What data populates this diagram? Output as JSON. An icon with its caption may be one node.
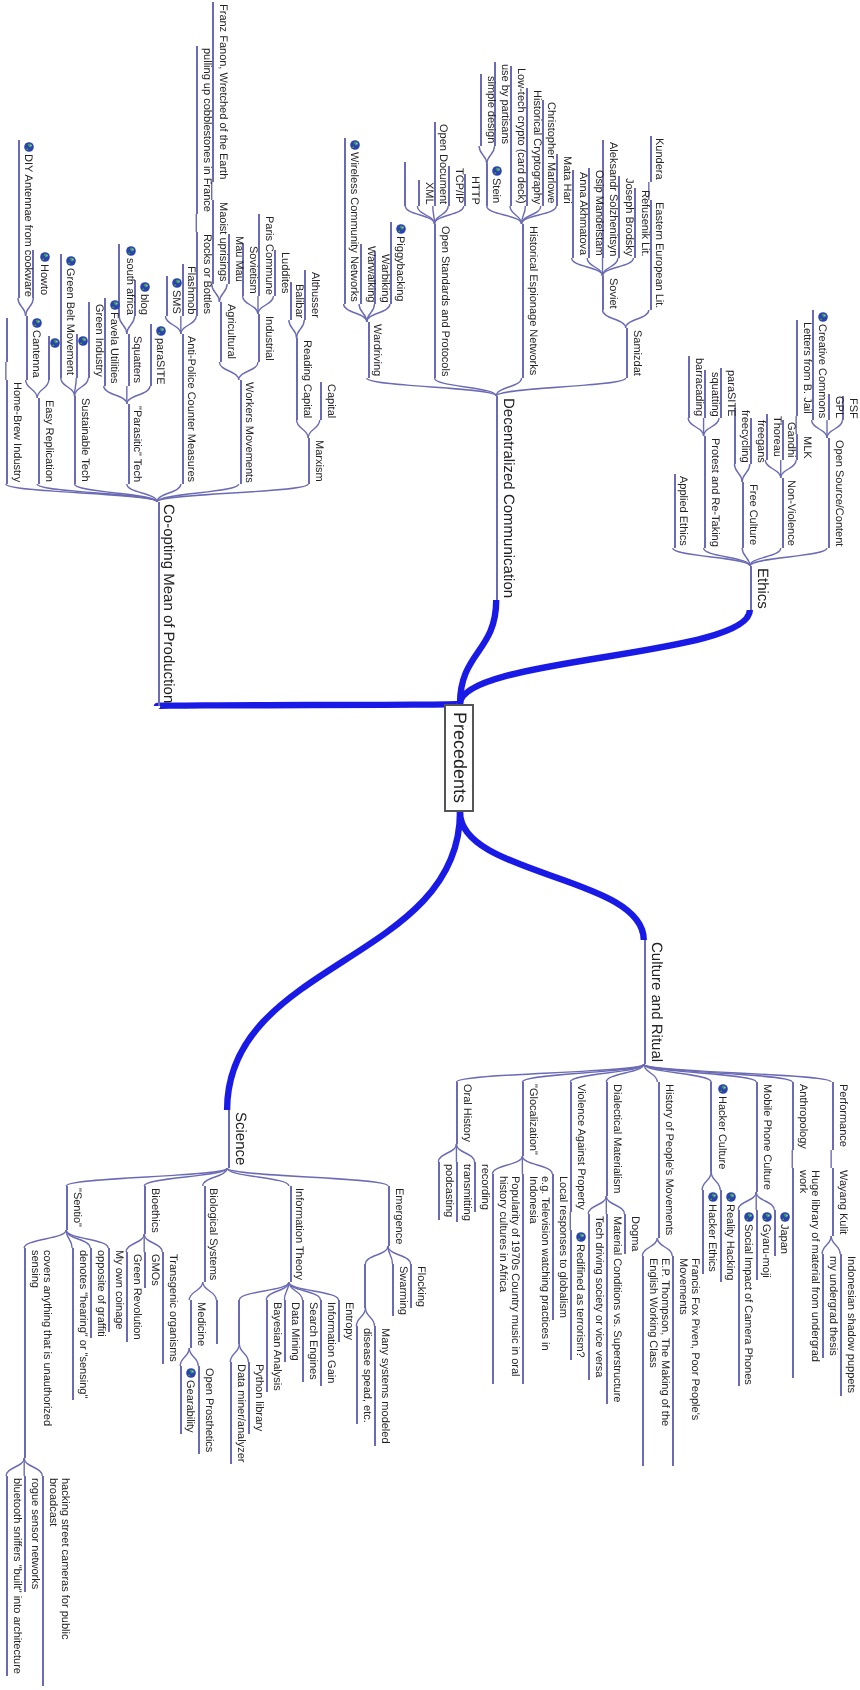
{
  "diagram": {
    "nodes": [
      {
        "text": [
          "Precedents"
        ]
      },
      {
        "text": [
          "Ethics"
        ]
      },
      {
        "text": [
          "Open Source/Content"
        ]
      },
      {
        "text": [
          "FSF"
        ]
      },
      {
        "text": [
          "GPL"
        ]
      },
      {
        "text": [
          "Creative Commons"
        ]
      },
      {
        "text": [
          "Non-Violence"
        ]
      },
      {
        "text": [
          "MLK"
        ]
      },
      {
        "text": [
          "Letters from B. Jail"
        ]
      },
      {
        "text": [
          "Gandhi"
        ]
      },
      {
        "text": [
          "Thoreau"
        ]
      },
      {
        "text": [
          "Free Culture"
        ]
      },
      {
        "text": [
          "freegans"
        ]
      },
      {
        "text": [
          "freecycling"
        ]
      },
      {
        "text": [
          "Protest and Re-Taking"
        ]
      },
      {
        "text": [
          "paraSITE"
        ]
      },
      {
        "text": [
          "squatting"
        ]
      },
      {
        "text": [
          "barracading"
        ]
      },
      {
        "text": [
          "Applied Ethics"
        ]
      },
      {
        "text": [
          "Decentralized Communication"
        ]
      },
      {
        "text": [
          "Samizdat"
        ]
      },
      {
        "text": [
          "Eastern European Lit."
        ]
      },
      {
        "text": [
          "Kundera"
        ]
      },
      {
        "text": [
          "Soviet"
        ]
      },
      {
        "text": [
          "Refusenik Lit."
        ]
      },
      {
        "text": [
          "Joseph Brodsky"
        ]
      },
      {
        "text": [
          "Aleksandr Solzhenitsyn"
        ]
      },
      {
        "text": [
          "Osip Mandelstam"
        ]
      },
      {
        "text": [
          "Anna Akhmatova"
        ]
      },
      {
        "text": [
          "Historical Espionage Networks"
        ]
      },
      {
        "text": [
          "Mata Hari"
        ]
      },
      {
        "text": [
          "Christopher Marlowe"
        ]
      },
      {
        "text": [
          "Historical Cryptography"
        ]
      },
      {
        "text": [
          "Low-tech crypto (card deck)"
        ]
      },
      {
        "text": [
          "Stein"
        ]
      },
      {
        "text": [
          "use by partisans"
        ]
      },
      {
        "text": [
          "simple design"
        ]
      },
      {
        "text": [
          "Open Standards and Protocols"
        ]
      },
      {
        "text": [
          "HTTP"
        ]
      },
      {
        "text": [
          "TCP/IP"
        ]
      },
      {
        "text": [
          "Open Document"
        ]
      },
      {
        "text": [
          "XML"
        ]
      },
      {
        "text": [],
        "shape": "bar"
      },
      {
        "text": [
          "Wardriving"
        ]
      },
      {
        "text": [
          "Piggybacking"
        ]
      },
      {
        "text": [
          "Warbiking"
        ]
      },
      {
        "text": [
          "Warwalking"
        ]
      },
      {
        "text": [
          "Wireless Community Networks"
        ]
      },
      {
        "text": [
          "Co-opting Mean of Production"
        ]
      },
      {
        "text": [
          "Marxism"
        ]
      },
      {
        "text": [
          "Capital"
        ]
      },
      {
        "text": [
          "Reading Capital"
        ]
      },
      {
        "text": [
          "Althusser"
        ]
      },
      {
        "text": [
          "Balibar"
        ]
      },
      {
        "text": [
          "Workers Movements"
        ]
      },
      {
        "text": [
          "Industrial"
        ]
      },
      {
        "text": [
          "Luddites"
        ]
      },
      {
        "text": [
          "Paris Commune"
        ]
      },
      {
        "text": [
          "Sovietism"
        ]
      },
      {
        "text": [
          "Agricultural"
        ]
      },
      {
        "text": [
          "Mau Mau"
        ]
      },
      {
        "text": [
          "Maoist uprisings"
        ]
      },
      {
        "text": [
          "Franz Fanon, Wretched of the Earth"
        ]
      },
      {
        "text": [
          "Anti-Police Counter Measures"
        ]
      },
      {
        "text": [
          "Rocks or Bottles"
        ]
      },
      {
        "text": [
          "pulling up cobblestones in France"
        ]
      },
      {
        "text": [
          "Flashmob"
        ]
      },
      {
        "text": [
          "SMS"
        ]
      },
      {
        "text": [
          "\"Parasitic\" Tech"
        ]
      },
      {
        "text": [
          "paraSITE"
        ]
      },
      {
        "text": [
          "Squatters"
        ]
      },
      {
        "text": [
          "blog"
        ]
      },
      {
        "text": [
          "south africa"
        ]
      },
      {
        "text": [
          "Favela Utilities"
        ]
      },
      {
        "text": [
          "Sustainable Tech"
        ]
      },
      {
        "text": [
          "Green Industry"
        ]
      },
      {
        "text": [],
        "shape": "bar"
      },
      {
        "text": [
          "Green Belt Movement"
        ]
      },
      {
        "text": [
          "Easy Replication"
        ]
      },
      {
        "text": [],
        "shape": "bar"
      },
      {
        "text": [
          "Cantenna"
        ]
      },
      {
        "text": [
          "Howto"
        ]
      },
      {
        "text": [
          "DIY Antennae from cookware"
        ]
      },
      {
        "text": [
          "Home-Brew Industry"
        ]
      },
      {
        "text": [],
        "shape": "bar"
      },
      {
        "text": [
          "Culture and Ritual"
        ]
      },
      {
        "text": [
          "Performance"
        ]
      },
      {
        "text": [
          "Wayang Kulit"
        ]
      },
      {
        "text": [
          "Indonesian shadow puppets"
        ]
      },
      {
        "text": [
          "my undergrad thesis"
        ]
      },
      {
        "text": [
          "Anthropology"
        ]
      },
      {
        "text": [
          "Huge library of material from undergrad work"
        ]
      },
      {
        "text": [
          "Mobile Phone Culture"
        ]
      },
      {
        "text": [
          "Japan"
        ]
      },
      {
        "text": [
          "Gyaru-moji"
        ]
      },
      {
        "text": [
          "Social Impact of Camera Phones"
        ]
      },
      {
        "text": [
          "Hacker Culture"
        ]
      },
      {
        "text": [
          "Reality Hacking"
        ]
      },
      {
        "text": [
          "Hacker Ethics"
        ]
      },
      {
        "text": [
          "History of People's Movements"
        ]
      },
      {
        "text": [
          "Francis Fox Piven, Poor People's Movements"
        ]
      },
      {
        "text": [
          "E.P. Thompson, The Making of the English Working Class"
        ]
      },
      {
        "text": [
          "Dialectical Materialism"
        ]
      },
      {
        "text": [
          "Dogma"
        ]
      },
      {
        "text": [
          "Material Conditions vs. Superstructure"
        ]
      },
      {
        "text": [
          "Tech driving society or vice versa"
        ]
      },
      {
        "text": [
          "Violence Against Property"
        ]
      },
      {
        "text": [
          "Redifined as terrorism?"
        ]
      },
      {
        "text": [
          "\"Glocalization\""
        ]
      },
      {
        "text": [
          "Local responses to globalism"
        ]
      },
      {
        "text": [
          "e.g. Television watching practices in Indonesia"
        ]
      },
      {
        "text": [
          "Popularity of 1970s Country music in oral history cultures in Africa"
        ]
      },
      {
        "text": [
          "Oral History"
        ]
      },
      {
        "text": [
          "recording"
        ]
      },
      {
        "text": [
          "transmitting"
        ]
      },
      {
        "text": [
          "podcasting"
        ]
      },
      {
        "text": [
          "Science"
        ]
      },
      {
        "text": [
          "Emergence"
        ]
      },
      {
        "text": [
          "Flocking"
        ]
      },
      {
        "text": [
          "Swarming"
        ]
      },
      {
        "text": [],
        "shape": "bar"
      },
      {
        "text": [
          "Many systems modeled"
        ]
      },
      {
        "text": [
          "disease spead, etc."
        ]
      },
      {
        "text": [
          "Information Theory"
        ]
      },
      {
        "text": [
          "Entropy"
        ]
      },
      {
        "text": [
          "Information Gain"
        ]
      },
      {
        "text": [
          "Search Engines"
        ]
      },
      {
        "text": [
          "Data Mining"
        ]
      },
      {
        "text": [
          "Bayesian Analysis"
        ]
      },
      {
        "text": [],
        "shape": "bar"
      },
      {
        "text": [
          "Python library"
        ]
      },
      {
        "text": [
          "Data miner/analyzer"
        ]
      },
      {
        "text": [
          "Biological Systems"
        ]
      },
      {
        "text": [],
        "shape": "bar"
      },
      {
        "text": [
          "Medicine"
        ]
      },
      {
        "text": [
          "Open Prosthetics"
        ]
      },
      {
        "text": [
          "Gearability"
        ]
      },
      {
        "text": [
          "Bioethics"
        ]
      },
      {
        "text": [
          "Transgenic organisms"
        ]
      },
      {
        "text": [
          "GMOs"
        ]
      },
      {
        "text": [
          "Green Revolution"
        ]
      },
      {
        "text": [
          "\"Sentio\""
        ]
      },
      {
        "text": [
          "My own coinage"
        ]
      },
      {
        "text": [
          "opposite of graffiti"
        ]
      },
      {
        "text": [
          "denotes \"hearing\" or \"sensing\""
        ]
      },
      {
        "text": [
          "covers anything that is unauthorized sensing"
        ]
      },
      {
        "text": [
          "hacking street cameras for public broadcast"
        ]
      },
      {
        "text": [
          "rogue sensor networks"
        ]
      },
      {
        "text": [
          "bluetooth sniffers \"built\" into architecture"
        ]
      }
    ],
    "edges": [
      {
        "from": 0,
        "to": 1,
        "arrow": "none",
        "style": "thick",
        "color": "#1a1ae6"
      },
      {
        "from": 1,
        "to": 2,
        "arrow": "none"
      },
      {
        "from": 2,
        "to": 3,
        "arrow": "none"
      },
      {
        "from": 2,
        "to": 4,
        "arrow": "none"
      },
      {
        "from": 2,
        "to": 5,
        "arrow": "none"
      },
      {
        "from": 1,
        "to": 6,
        "arrow": "none"
      },
      {
        "from": 6,
        "to": 7,
        "arrow": "none"
      },
      {
        "from": 7,
        "to": 8,
        "arrow": "none"
      },
      {
        "from": 6,
        "to": 9,
        "arrow": "none"
      },
      {
        "from": 6,
        "to": 10,
        "arrow": "none"
      },
      {
        "from": 1,
        "to": 11,
        "arrow": "none"
      },
      {
        "from": 11,
        "to": 12,
        "arrow": "none"
      },
      {
        "from": 11,
        "to": 13,
        "arrow": "none"
      },
      {
        "from": 1,
        "to": 14,
        "arrow": "none"
      },
      {
        "from": 14,
        "to": 15,
        "arrow": "none"
      },
      {
        "from": 14,
        "to": 16,
        "arrow": "none"
      },
      {
        "from": 14,
        "to": 17,
        "arrow": "none"
      },
      {
        "from": 1,
        "to": 18,
        "arrow": "none"
      },
      {
        "from": 0,
        "to": 19,
        "arrow": "none",
        "style": "thick",
        "color": "#1a1ae6"
      },
      {
        "from": 19,
        "to": 20,
        "arrow": "none"
      },
      {
        "from": 20,
        "to": 21,
        "arrow": "none"
      },
      {
        "from": 21,
        "to": 22,
        "arrow": "none"
      },
      {
        "from": 20,
        "to": 23,
        "arrow": "none"
      },
      {
        "from": 23,
        "to": 24,
        "arrow": "none"
      },
      {
        "from": 23,
        "to": 25,
        "arrow": "none"
      },
      {
        "from": 23,
        "to": 26,
        "arrow": "none"
      },
      {
        "from": 23,
        "to": 27,
        "arrow": "none"
      },
      {
        "from": 23,
        "to": 28,
        "arrow": "none"
      },
      {
        "from": 19,
        "to": 29,
        "arrow": "none"
      },
      {
        "from": 29,
        "to": 30,
        "arrow": "none"
      },
      {
        "from": 29,
        "to": 31,
        "arrow": "none"
      },
      {
        "from": 29,
        "to": 32,
        "arrow": "none"
      },
      {
        "from": 29,
        "to": 33,
        "arrow": "none"
      },
      {
        "from": 29,
        "to": 34,
        "arrow": "none"
      },
      {
        "from": 34,
        "to": 35,
        "arrow": "none"
      },
      {
        "from": 34,
        "to": 36,
        "arrow": "none"
      },
      {
        "from": 19,
        "to": 37,
        "arrow": "none"
      },
      {
        "from": 37,
        "to": 38,
        "arrow": "none"
      },
      {
        "from": 37,
        "to": 39,
        "arrow": "none"
      },
      {
        "from": 37,
        "to": 40,
        "arrow": "none"
      },
      {
        "from": 37,
        "to": 41,
        "arrow": "none"
      },
      {
        "from": 37,
        "to": 42,
        "arrow": "none"
      },
      {
        "from": 19,
        "to": 43,
        "arrow": "none"
      },
      {
        "from": 43,
        "to": 44,
        "arrow": "none"
      },
      {
        "from": 43,
        "to": 45,
        "arrow": "none"
      },
      {
        "from": 43,
        "to": 46,
        "arrow": "none"
      },
      {
        "from": 43,
        "to": 47,
        "arrow": "none"
      },
      {
        "from": 0,
        "to": 48,
        "arrow": "none",
        "style": "thick",
        "color": "#1a1ae6"
      },
      {
        "from": 48,
        "to": 49,
        "arrow": "none"
      },
      {
        "from": 49,
        "to": 50,
        "arrow": "none"
      },
      {
        "from": 49,
        "to": 51,
        "arrow": "none"
      },
      {
        "from": 51,
        "to": 52,
        "arrow": "none"
      },
      {
        "from": 51,
        "to": 53,
        "arrow": "none"
      },
      {
        "from": 48,
        "to": 54,
        "arrow": "none"
      },
      {
        "from": 54,
        "to": 55,
        "arrow": "none"
      },
      {
        "from": 55,
        "to": 56,
        "arrow": "none"
      },
      {
        "from": 55,
        "to": 57,
        "arrow": "none"
      },
      {
        "from": 55,
        "to": 58,
        "arrow": "none"
      },
      {
        "from": 54,
        "to": 59,
        "arrow": "none"
      },
      {
        "from": 59,
        "to": 60,
        "arrow": "none"
      },
      {
        "from": 59,
        "to": 61,
        "arrow": "none"
      },
      {
        "from": 61,
        "to": 62,
        "arrow": "none"
      },
      {
        "from": 48,
        "to": 63,
        "arrow": "none"
      },
      {
        "from": 63,
        "to": 64,
        "arrow": "none"
      },
      {
        "from": 64,
        "to": 65,
        "arrow": "none"
      },
      {
        "from": 63,
        "to": 66,
        "arrow": "none"
      },
      {
        "from": 63,
        "to": 67,
        "arrow": "none"
      },
      {
        "from": 48,
        "to": 68,
        "arrow": "none"
      },
      {
        "from": 68,
        "to": 69,
        "arrow": "none"
      },
      {
        "from": 68,
        "to": 70,
        "arrow": "none"
      },
      {
        "from": 70,
        "to": 71,
        "arrow": "none"
      },
      {
        "from": 70,
        "to": 72,
        "arrow": "none"
      },
      {
        "from": 68,
        "to": 73,
        "arrow": "none"
      },
      {
        "from": 48,
        "to": 74,
        "arrow": "none"
      },
      {
        "from": 74,
        "to": 75,
        "arrow": "none"
      },
      {
        "from": 74,
        "to": 76,
        "arrow": "none"
      },
      {
        "from": 74,
        "to": 77,
        "arrow": "none"
      },
      {
        "from": 48,
        "to": 78,
        "arrow": "none"
      },
      {
        "from": 78,
        "to": 79,
        "arrow": "none"
      },
      {
        "from": 78,
        "to": 80,
        "arrow": "none"
      },
      {
        "from": 80,
        "to": 81,
        "arrow": "none"
      },
      {
        "from": 80,
        "to": 82,
        "arrow": "none"
      },
      {
        "from": 48,
        "to": 83,
        "arrow": "none"
      },
      {
        "from": 83,
        "to": 84,
        "arrow": "none"
      },
      {
        "from": 0,
        "to": 85,
        "arrow": "none",
        "style": "thick",
        "color": "#1a1ae6"
      },
      {
        "from": 85,
        "to": 86,
        "arrow": "none"
      },
      {
        "from": 86,
        "to": 87,
        "arrow": "none"
      },
      {
        "from": 87,
        "to": 88,
        "arrow": "none"
      },
      {
        "from": 87,
        "to": 89,
        "arrow": "none"
      },
      {
        "from": 85,
        "to": 90,
        "arrow": "none"
      },
      {
        "from": 90,
        "to": 91,
        "arrow": "none"
      },
      {
        "from": 85,
        "to": 92,
        "arrow": "none"
      },
      {
        "from": 92,
        "to": 93,
        "arrow": "none"
      },
      {
        "from": 92,
        "to": 94,
        "arrow": "none"
      },
      {
        "from": 92,
        "to": 95,
        "arrow": "none"
      },
      {
        "from": 85,
        "to": 96,
        "arrow": "none"
      },
      {
        "from": 96,
        "to": 97,
        "arrow": "none"
      },
      {
        "from": 96,
        "to": 98,
        "arrow": "none"
      },
      {
        "from": 85,
        "to": 99,
        "arrow": "none"
      },
      {
        "from": 99,
        "to": 100,
        "arrow": "none"
      },
      {
        "from": 99,
        "to": 101,
        "arrow": "none"
      },
      {
        "from": 85,
        "to": 102,
        "arrow": "none"
      },
      {
        "from": 102,
        "to": 103,
        "arrow": "none"
      },
      {
        "from": 102,
        "to": 104,
        "arrow": "none"
      },
      {
        "from": 102,
        "to": 105,
        "arrow": "none"
      },
      {
        "from": 85,
        "to": 106,
        "arrow": "none"
      },
      {
        "from": 106,
        "to": 107,
        "arrow": "none"
      },
      {
        "from": 85,
        "to": 108,
        "arrow": "none"
      },
      {
        "from": 108,
        "to": 109,
        "arrow": "none"
      },
      {
        "from": 108,
        "to": 110,
        "arrow": "none"
      },
      {
        "from": 108,
        "to": 111,
        "arrow": "none"
      },
      {
        "from": 85,
        "to": 112,
        "arrow": "none"
      },
      {
        "from": 112,
        "to": 113,
        "arrow": "none"
      },
      {
        "from": 112,
        "to": 114,
        "arrow": "none"
      },
      {
        "from": 112,
        "to": 115,
        "arrow": "none"
      },
      {
        "from": 0,
        "to": 116,
        "arrow": "none",
        "style": "thick",
        "color": "#1a1ae6"
      },
      {
        "from": 116,
        "to": 117,
        "arrow": "none"
      },
      {
        "from": 117,
        "to": 118,
        "arrow": "none"
      },
      {
        "from": 117,
        "to": 119,
        "arrow": "none"
      },
      {
        "from": 117,
        "to": 120,
        "arrow": "none"
      },
      {
        "from": 120,
        "to": 121,
        "arrow": "none"
      },
      {
        "from": 120,
        "to": 122,
        "arrow": "none"
      },
      {
        "from": 116,
        "to": 123,
        "arrow": "none"
      },
      {
        "from": 123,
        "to": 124,
        "arrow": "none"
      },
      {
        "from": 123,
        "to": 125,
        "arrow": "none"
      },
      {
        "from": 123,
        "to": 126,
        "arrow": "none"
      },
      {
        "from": 123,
        "to": 127,
        "arrow": "none"
      },
      {
        "from": 123,
        "to": 128,
        "arrow": "none"
      },
      {
        "from": 123,
        "to": 129,
        "arrow": "none"
      },
      {
        "from": 129,
        "to": 130,
        "arrow": "none"
      },
      {
        "from": 129,
        "to": 131,
        "arrow": "none"
      },
      {
        "from": 116,
        "to": 132,
        "arrow": "none"
      },
      {
        "from": 132,
        "to": 133,
        "arrow": "none"
      },
      {
        "from": 132,
        "to": 134,
        "arrow": "none"
      },
      {
        "from": 134,
        "to": 135,
        "arrow": "none"
      },
      {
        "from": 134,
        "to": 136,
        "arrow": "none"
      },
      {
        "from": 116,
        "to": 137,
        "arrow": "none"
      },
      {
        "from": 137,
        "to": 138,
        "arrow": "none"
      },
      {
        "from": 137,
        "to": 139,
        "arrow": "none"
      },
      {
        "from": 137,
        "to": 140,
        "arrow": "none"
      },
      {
        "from": 116,
        "to": 141,
        "arrow": "none"
      },
      {
        "from": 141,
        "to": 142,
        "arrow": "none"
      },
      {
        "from": 141,
        "to": 143,
        "arrow": "none"
      },
      {
        "from": 141,
        "to": 144,
        "arrow": "none"
      },
      {
        "from": 141,
        "to": 145,
        "arrow": "none"
      },
      {
        "from": 145,
        "to": 146,
        "arrow": "none"
      },
      {
        "from": 145,
        "to": 147,
        "arrow": "none"
      },
      {
        "from": 145,
        "to": 148,
        "arrow": "none"
      }
    ]
  }
}
